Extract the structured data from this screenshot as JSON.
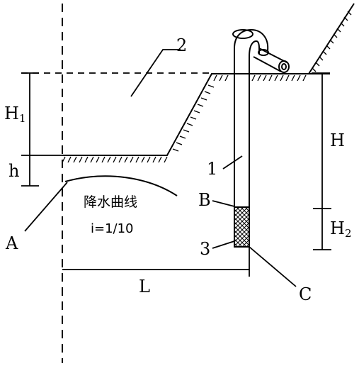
{
  "labels": {
    "label_2": "2",
    "label_1": "1",
    "label_3": "3",
    "label_B": "B",
    "label_A": "A",
    "label_C": "C",
    "label_L": "L",
    "label_H": "H",
    "label_H1_main": "H",
    "label_H1_sub": "1",
    "label_H2_main": "H",
    "label_H2_sub": "2",
    "label_h": "h",
    "curve_name": "降水曲线",
    "slope": "i=1/10"
  },
  "colors": {
    "ink": "#000000",
    "background": "#ffffff"
  }
}
